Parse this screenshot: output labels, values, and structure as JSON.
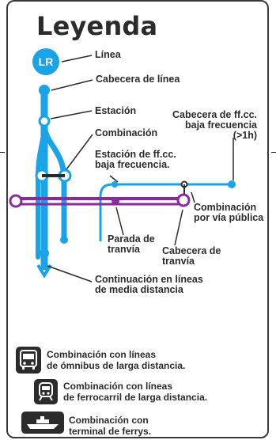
{
  "legend": {
    "title": "Leyenda",
    "line_badge": "LR",
    "colors": {
      "line": "#1aa3e6",
      "tram": "#8a2a9e",
      "ink": "#2b2b2b"
    },
    "labels": {
      "linea": "Línea",
      "cabecera_linea": "Cabecera de línea",
      "estacion": "Estación",
      "combinacion": "Combinación",
      "cabecera_ffcc_1": "Cabecera de ff.cc.",
      "cabecera_ffcc_2": "baja frecuencia",
      "cabecera_ffcc_3": "(>1h)",
      "estacion_ffcc_1": "Estación de ff.cc.",
      "estacion_ffcc_2": "baja frecuencia.",
      "comb_via_1": "Combinación",
      "comb_via_2": "por vía pública",
      "parada_1": "Parada de",
      "parada_2": "tranvía",
      "cab_tranvia_1": "Cabecera de",
      "cab_tranvia_2": "tranvía",
      "continuacion_1": "Continuación en líneas",
      "continuacion_2": "de media distancia"
    },
    "bottom": [
      {
        "icon": "bus-icon",
        "text": "Combinación con líneas\nde ómnibus de larga distancia."
      },
      {
        "icon": "train-icon",
        "text": "Combinación con líneas\nde ferrocarril de larga distancia."
      },
      {
        "icon": "ferry-icon",
        "text": "Combinación con\nterminal de ferrys."
      }
    ]
  }
}
